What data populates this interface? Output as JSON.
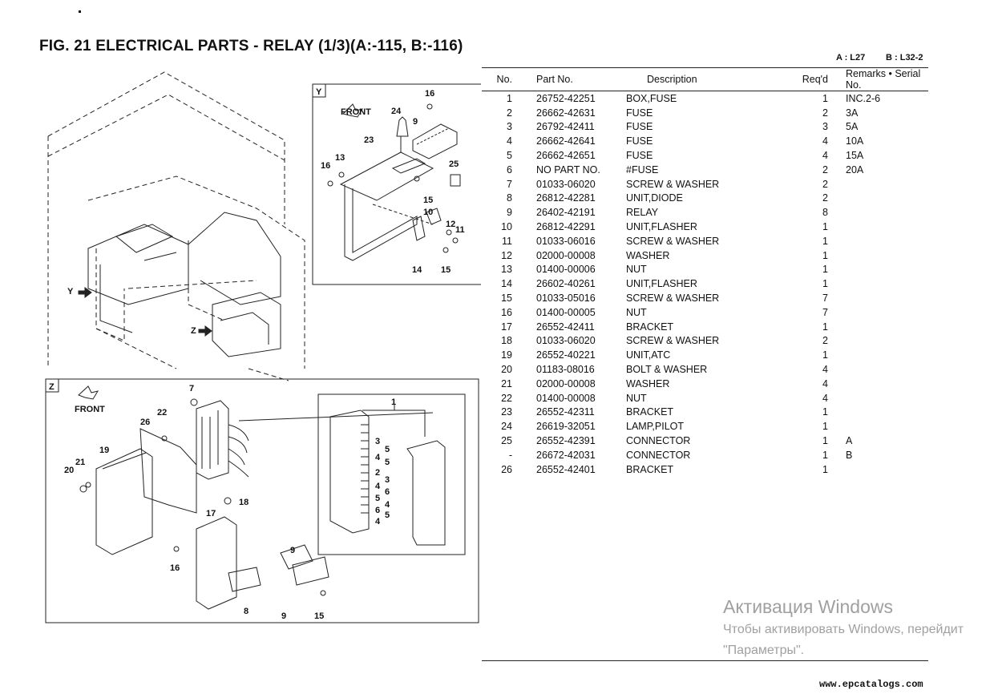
{
  "page": {
    "title": "FIG. 21   ELECTRICAL PARTS - RELAY (1/3)(A:-115, B:-116)",
    "model_a": "A : L27",
    "model_b": "B : L32-2"
  },
  "table": {
    "headers": [
      "No.",
      "Part  No.",
      "Description",
      "Req'd",
      "Remarks • Serial  No."
    ],
    "rows": [
      [
        "1",
        "26752-42251",
        "BOX,FUSE",
        "1",
        "INC.2-6"
      ],
      [
        "2",
        "26662-42631",
        "FUSE",
        "2",
        "3A"
      ],
      [
        "3",
        "26792-42411",
        "FUSE",
        "3",
        "5A"
      ],
      [
        "4",
        "26662-42641",
        "FUSE",
        "4",
        "10A"
      ],
      [
        "5",
        "26662-42651",
        "FUSE",
        "4",
        "15A"
      ],
      [
        "6",
        "NO PART NO.",
        "#FUSE",
        "2",
        "20A"
      ],
      [
        "7",
        "01033-06020",
        "SCREW & WASHER",
        "2",
        ""
      ],
      [
        "8",
        "26812-42281",
        "UNIT,DIODE",
        "2",
        ""
      ],
      [
        "9",
        "26402-42191",
        "RELAY",
        "8",
        ""
      ],
      [
        "10",
        "26812-42291",
        "UNIT,FLASHER",
        "1",
        ""
      ],
      [
        "11",
        "01033-06016",
        "SCREW & WASHER",
        "1",
        ""
      ],
      [
        "12",
        "02000-00008",
        "WASHER",
        "1",
        ""
      ],
      [
        "13",
        "01400-00006",
        "NUT",
        "1",
        ""
      ],
      [
        "14",
        "26602-40261",
        "UNIT,FLASHER",
        "1",
        ""
      ],
      [
        "15",
        "01033-05016",
        "SCREW & WASHER",
        "7",
        ""
      ],
      [
        "16",
        "01400-00005",
        "NUT",
        "7",
        ""
      ],
      [
        "17",
        "26552-42411",
        "BRACKET",
        "1",
        ""
      ],
      [
        "18",
        "01033-06020",
        "SCREW & WASHER",
        "2",
        ""
      ],
      [
        "19",
        "26552-40221",
        "UNIT,ATC",
        "1",
        ""
      ],
      [
        "20",
        "01183-08016",
        "BOLT & WASHER",
        "4",
        ""
      ],
      [
        "21",
        "02000-00008",
        "WASHER",
        "4",
        ""
      ],
      [
        "22",
        "01400-00008",
        "NUT",
        "4",
        ""
      ],
      [
        "23",
        "26552-42311",
        "BRACKET",
        "1",
        ""
      ],
      [
        "24",
        "26619-32051",
        "LAMP,PILOT",
        "1",
        ""
      ],
      [
        "25",
        "26552-42391",
        "CONNECTOR",
        "1",
        "A"
      ],
      [
        "-",
        "26672-42031",
        "CONNECTOR",
        "1",
        "B"
      ],
      [
        "26",
        "26552-42401",
        "BRACKET",
        "1",
        ""
      ]
    ]
  },
  "diagram": {
    "view_y": "Y",
    "view_z": "Z",
    "front": "FRONT",
    "arrow_y": "Y",
    "arrow_z": "Z",
    "callouts_y": [
      "16",
      "24",
      "9",
      "23",
      "13",
      "16",
      "25",
      "15",
      "10",
      "12",
      "11",
      "14",
      "15"
    ],
    "callouts_z": [
      "7",
      "26",
      "22",
      "19",
      "20",
      "21",
      "18",
      "17",
      "16",
      "8",
      "9",
      "9",
      "15",
      "1"
    ],
    "connector_labels": [
      "3",
      "5",
      "4",
      "5",
      "2",
      "3",
      "4",
      "6",
      "5",
      "4",
      "6",
      "5",
      "4"
    ]
  },
  "watermark": {
    "line1": "Активация Windows",
    "line2": "Чтобы активировать Windows, перейдит",
    "line3": "\"Параметры\"."
  },
  "footer": "www.epcatalogs.com"
}
